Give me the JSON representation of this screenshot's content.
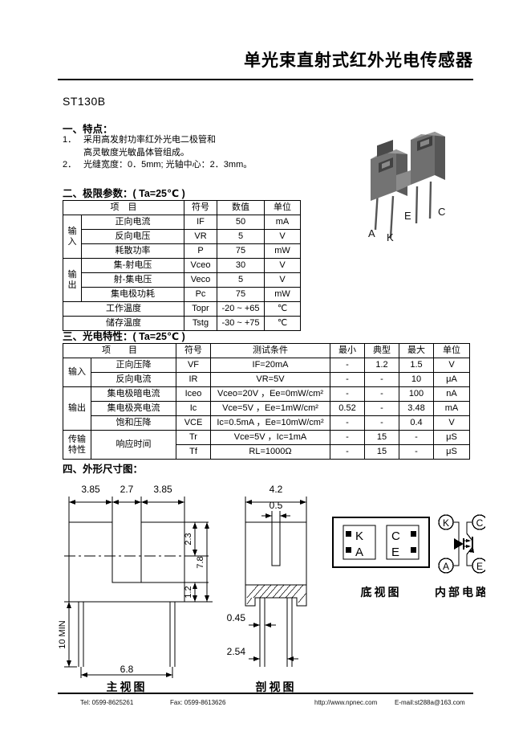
{
  "header": {
    "title": "单光束直射式红外光电传感器",
    "part_number": "ST130B"
  },
  "features": {
    "heading": "一、特点：",
    "items": [
      {
        "num": "1．",
        "line1": "采用高发射功率红外光电二极管和",
        "line2": "高灵敏度光敏晶体管组成。"
      },
      {
        "num": "2．",
        "line1": "光缝宽度：0．5mm; 光轴中心：2．3mm。",
        "line2": ""
      }
    ]
  },
  "photo": {
    "label_a": "A",
    "label_k": "K",
    "label_e": "E",
    "label_c": "C"
  },
  "limits": {
    "heading": "二、极限参数：( Ta=25℃ )",
    "columns": [
      "项　目",
      "符号",
      "数值",
      "单位"
    ],
    "group_input": "输入",
    "group_output": "输出",
    "rows": [
      {
        "item": "正向电流",
        "symbol": "IF",
        "value": "50",
        "unit": "mA"
      },
      {
        "item": "反向电压",
        "symbol": "VR",
        "value": "5",
        "unit": "V"
      },
      {
        "item": "耗散功率",
        "symbol": "P",
        "value": "75",
        "unit": "mW"
      },
      {
        "item": "集‑射电压",
        "symbol": "Vceo",
        "value": "30",
        "unit": "V"
      },
      {
        "item": "射‑集电压",
        "symbol": "Veco",
        "value": "5",
        "unit": "V"
      },
      {
        "item": "集电极功耗",
        "symbol": "Pc",
        "value": "75",
        "unit": "mW"
      },
      {
        "item": "工作温度",
        "symbol": "Topr",
        "value": "-20 ~ +65",
        "unit": "℃"
      },
      {
        "item": "储存温度",
        "symbol": "Tstg",
        "value": "-30 ~ +75",
        "unit": "℃"
      }
    ]
  },
  "optical": {
    "heading": "三、光电特性：( Ta=25℃ )",
    "columns": [
      "项　　目",
      "符号",
      "测试条件",
      "最小",
      "典型",
      "最大",
      "单位"
    ],
    "group_input": "输入",
    "group_output": "输出",
    "group_transfer_l1": "传输",
    "group_transfer_l2": "特性",
    "transfer_item": "响应时间",
    "rows": [
      {
        "item": "正向压降",
        "symbol": "VF",
        "cond": "IF=20mA",
        "min": "-",
        "typ": "1.2",
        "max": "1.5",
        "unit": "V"
      },
      {
        "item": "反向电流",
        "symbol": "IR",
        "cond": "VR=5V",
        "min": "-",
        "typ": "-",
        "max": "10",
        "unit": "μA"
      },
      {
        "item": "集电极暗电流",
        "symbol": "Iceo",
        "cond": "Vceo=20V ，Ee=0mW/cm²",
        "min": "-",
        "typ": "-",
        "max": "100",
        "unit": "nA"
      },
      {
        "item": "集电极亮电流",
        "symbol": "Ic",
        "cond": "Vce=5V ，Ee=1mW/cm²",
        "min": "0.52",
        "typ": "-",
        "max": "3.48",
        "unit": "mA"
      },
      {
        "item": "饱和压降",
        "symbol": "VCE",
        "cond": "Ic=0.5mA ，Ee=10mW/cm²",
        "min": "-",
        "typ": "-",
        "max": "0.4",
        "unit": "V"
      },
      {
        "item": "",
        "symbol": "Tr",
        "cond": "Vce=5V ，Ic=1mA",
        "min": "-",
        "typ": "15",
        "max": "-",
        "unit": "μS"
      },
      {
        "item": "",
        "symbol": "Tf",
        "cond": "RL=1000Ω",
        "min": "-",
        "typ": "15",
        "max": "-",
        "unit": "μS"
      }
    ]
  },
  "outline": {
    "heading": "四、外形尺寸图：",
    "front_view": {
      "caption": "主视图",
      "dims": {
        "left_width": "3.85",
        "slot_width": "2.7",
        "right_width": "3.85",
        "slot_top": "2.3",
        "total_height": "7.8",
        "slot_bottom": "1.2",
        "lead_length": "10 MIN",
        "pin_pitch": "6.8"
      }
    },
    "section_view": {
      "caption": "剖视图",
      "dims": {
        "body_width": "4.2",
        "slot_width": "0.5",
        "lead_width": "0.45",
        "lead_pitch": "2.54"
      }
    },
    "bottom_view": {
      "caption": "底视图",
      "pins": [
        "K",
        "A",
        "C",
        "E"
      ]
    },
    "internal_circuit": {
      "caption": "内部电路",
      "terminals": [
        "K",
        "A",
        "C",
        "E"
      ]
    }
  },
  "footer": {
    "tel": "Tel: 0599-8625261",
    "fax": "Fax: 0599-8613626",
    "web": "http://www.npnec.com",
    "email": "E-mail:st288a@163.com"
  }
}
